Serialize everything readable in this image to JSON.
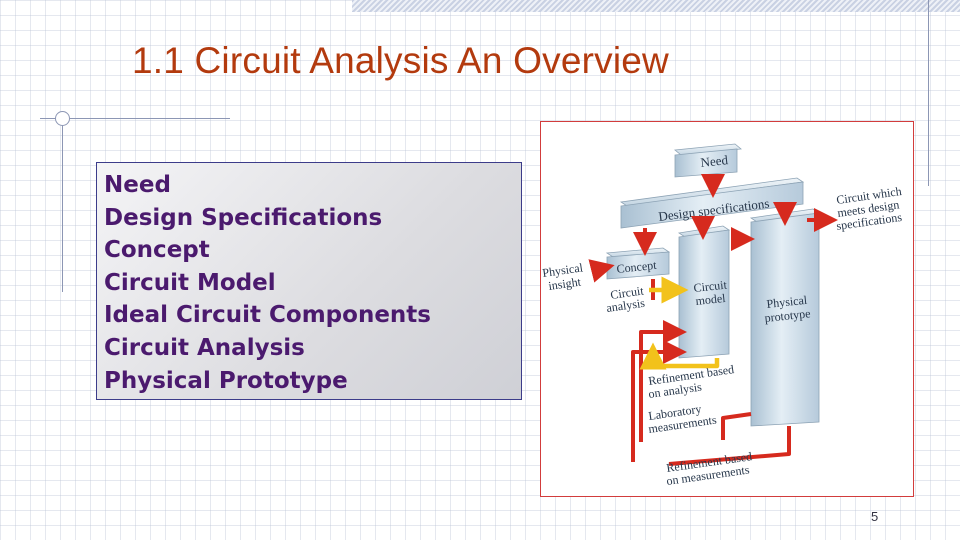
{
  "slide": {
    "title": "1.1 Circuit Analysis An Overview",
    "page_number": "5"
  },
  "steps": [
    "Need",
    "Design Specifications",
    "Concept",
    "Circuit Model",
    "Ideal Circuit Components",
    "Circuit Analysis",
    "Physical Prototype"
  ],
  "figure": {
    "block_need": "Need",
    "block_design_specs": "Design specifications",
    "block_concept": "Concept",
    "block_circuit_model_l1": "Circuit",
    "block_circuit_model_l2": "model",
    "block_physical_prototype_l1": "Physical",
    "block_physical_prototype_l2": "prototype",
    "label_physical_insight_l1": "Physical",
    "label_physical_insight_l2": "insight",
    "label_circuit_analysis_l1": "Circuit",
    "label_circuit_analysis_l2": "analysis",
    "label_refinement_analysis_l1": "Refinement based",
    "label_refinement_analysis_l2": "on analysis",
    "label_lab_measurements_l1": "Laboratory",
    "label_lab_measurements_l2": "measurements",
    "label_refinement_measurements_l1": "Refinement based",
    "label_refinement_measurements_l2": "on measurements",
    "label_meets_specs_l1": "Circuit which",
    "label_meets_specs_l2": "meets design",
    "label_meets_specs_l3": "specifications",
    "colors": {
      "flow_arrow": "#d62a1e",
      "analysis_loop": "#f2c21b",
      "block_face": "#c9d9e6"
    }
  }
}
